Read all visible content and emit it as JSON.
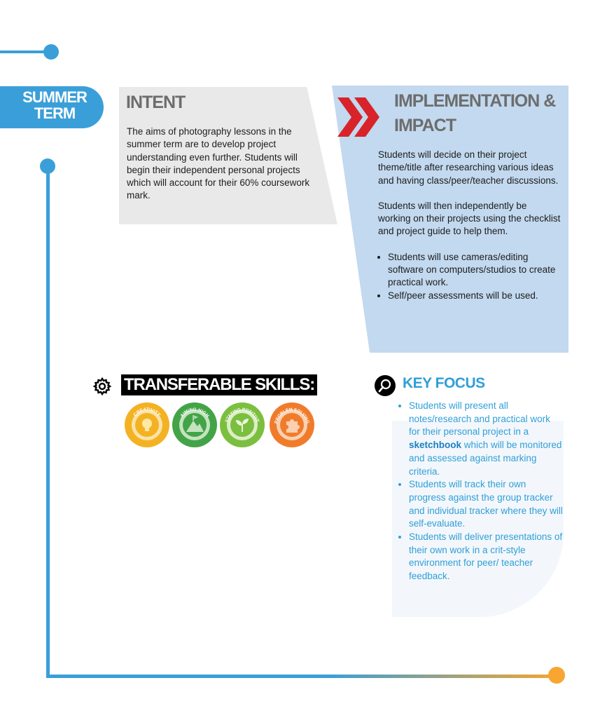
{
  "term_label": [
    "SUMMER",
    "TERM"
  ],
  "intent": {
    "title": "INTENT",
    "body": "The aims of photography lessons in the summer term are to develop project understanding even further. Students will begin their independent personal projects which will account for their 60% coursework mark."
  },
  "implementation": {
    "title_line1": "IMPLEMENTATION &",
    "title_line2": "IMPACT",
    "paragraphs": [
      "Students will decide on their project theme/title after researching various ideas and having class/peer/teacher discussions.",
      "Students will then independently be working on their projects using the checklist and project guide to help them."
    ],
    "bullets": [
      "Students will use cameras/editing software on computers/studios to create practical work.",
      "Self/peer assessments will be used."
    ]
  },
  "transferable_skills": {
    "title": "TRANSFERABLE SKILLS:",
    "skills": [
      {
        "label": "CREATIVITY",
        "color": "#f4b223",
        "icon": "lightbulb-icon"
      },
      {
        "label": "AIMING HIGH",
        "color": "#43a447",
        "icon": "mountain-flag-icon"
      },
      {
        "label": "STAYING POSITIVE",
        "color": "#7bbf3f",
        "icon": "seedling-icon"
      },
      {
        "label": "PROBLEM SOLVING",
        "color": "#f07c2b",
        "icon": "puzzle-piece-icon"
      }
    ]
  },
  "key_focus": {
    "title": "KEY FOCUS",
    "item1_before": "Students will present all notes/research and practical work for their personal project in a ",
    "item1_bold": "sketchbook",
    "item1_after": " which will be monitored and assessed against marking criteria.",
    "item2": "Students will track their own progress against the group tracker and individual tracker where they will self-evaluate.",
    "item3": "Students will deliver presentations of their own work in a crit-style environment for peer/ teacher feedback."
  },
  "colors": {
    "accent_blue": "#3a9fd9",
    "accent_orange": "#f6a631",
    "chevron_red": "#d8232a",
    "intent_bg": "#e9e9e9",
    "impl_bg": "#c2d9ef"
  }
}
